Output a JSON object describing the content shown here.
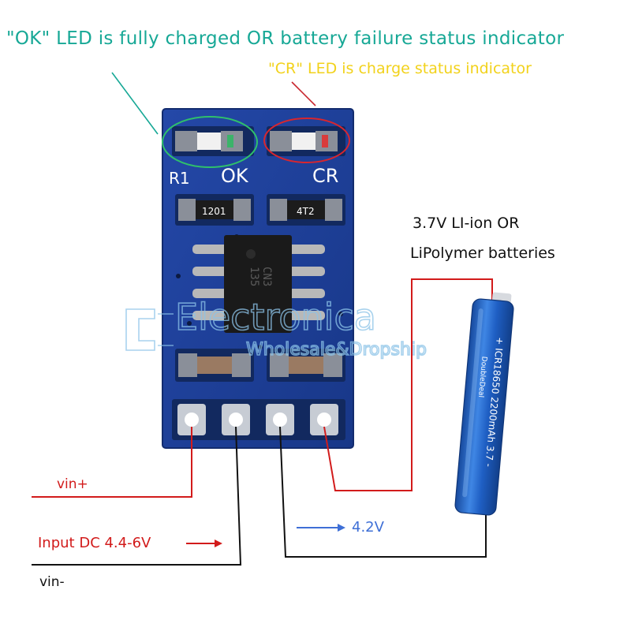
{
  "labels": {
    "ok_led": "\"OK\" LED is fully charged OR battery failure status indicator",
    "cr_led": "\"CR\" LED is charge status indicator",
    "battery_line1": "3.7V LI-ion OR",
    "battery_line2": "LiPolymer batteries",
    "vin_plus": "vin+",
    "input_dc": "Input DC 4.4-6V",
    "output_voltage": "4.2V",
    "vin_minus": "vin-"
  },
  "board": {
    "silk_r1": "R1",
    "silk_ok": "OK",
    "silk_cr": "CR",
    "resistor_left": "1201",
    "resistor_right": "4T2",
    "chip_line1": "CN3",
    "chip_line2": "135"
  },
  "watermark": {
    "line1": "Electronica",
    "line2": "Wholesale&Dropship"
  },
  "battery": {
    "brand": "DoubleDeal",
    "model": "+ ICR18650 2200mAh 3.7 -"
  },
  "colors": {
    "pcb": "#1d3f9c",
    "ok_annotation": "#17a896",
    "cr_annotation": "#f2d21b",
    "wire_positive": "#d21b1b",
    "wire_negative": "#111111",
    "output_arrow": "#3e6fd6",
    "battery_body": "#1f5fc4"
  }
}
